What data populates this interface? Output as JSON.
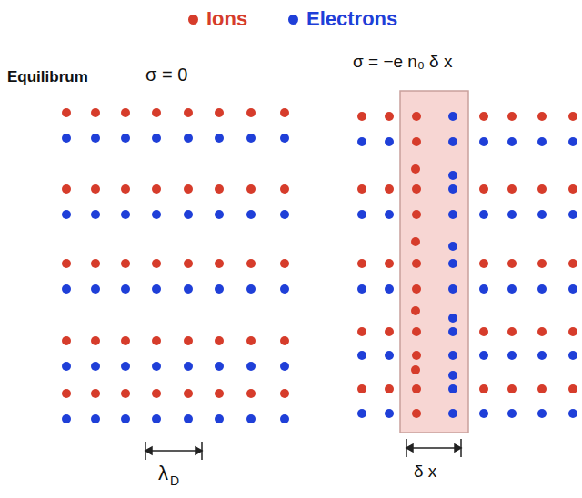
{
  "diagram": {
    "labels": [
      "Equilibrum",
      "σ = 0",
      "σ = −e n₀ δ x",
      "λ",
      "D",
      "δ x"
    ],
    "legend": [
      {
        "text": "Ions",
        "color": "#d63c2b"
      },
      {
        "text": "Electrons",
        "color": "#1f3fd8"
      }
    ]
  }
}
